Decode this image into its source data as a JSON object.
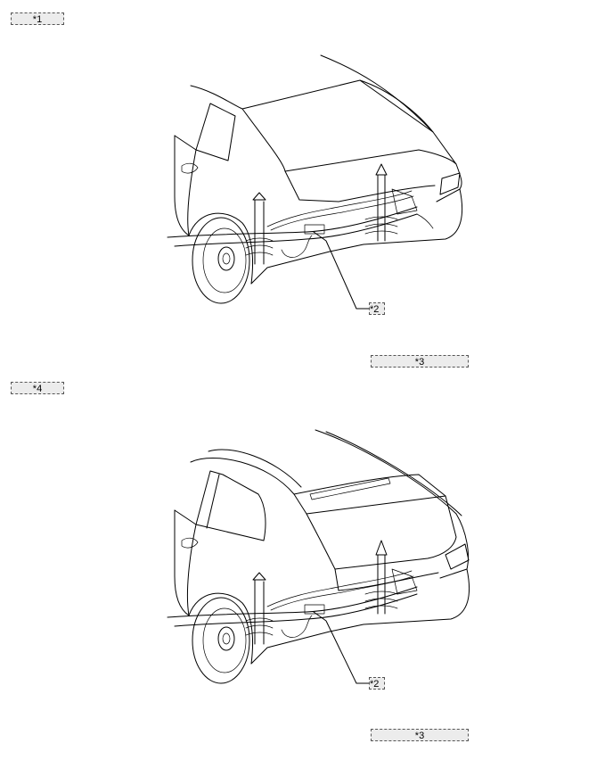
{
  "views": [
    {
      "view_label": "*1",
      "callout_2": "*2",
      "callout_3": "*3"
    },
    {
      "view_label": "*4",
      "callout_2": "*2",
      "callout_3": "*3"
    }
  ]
}
